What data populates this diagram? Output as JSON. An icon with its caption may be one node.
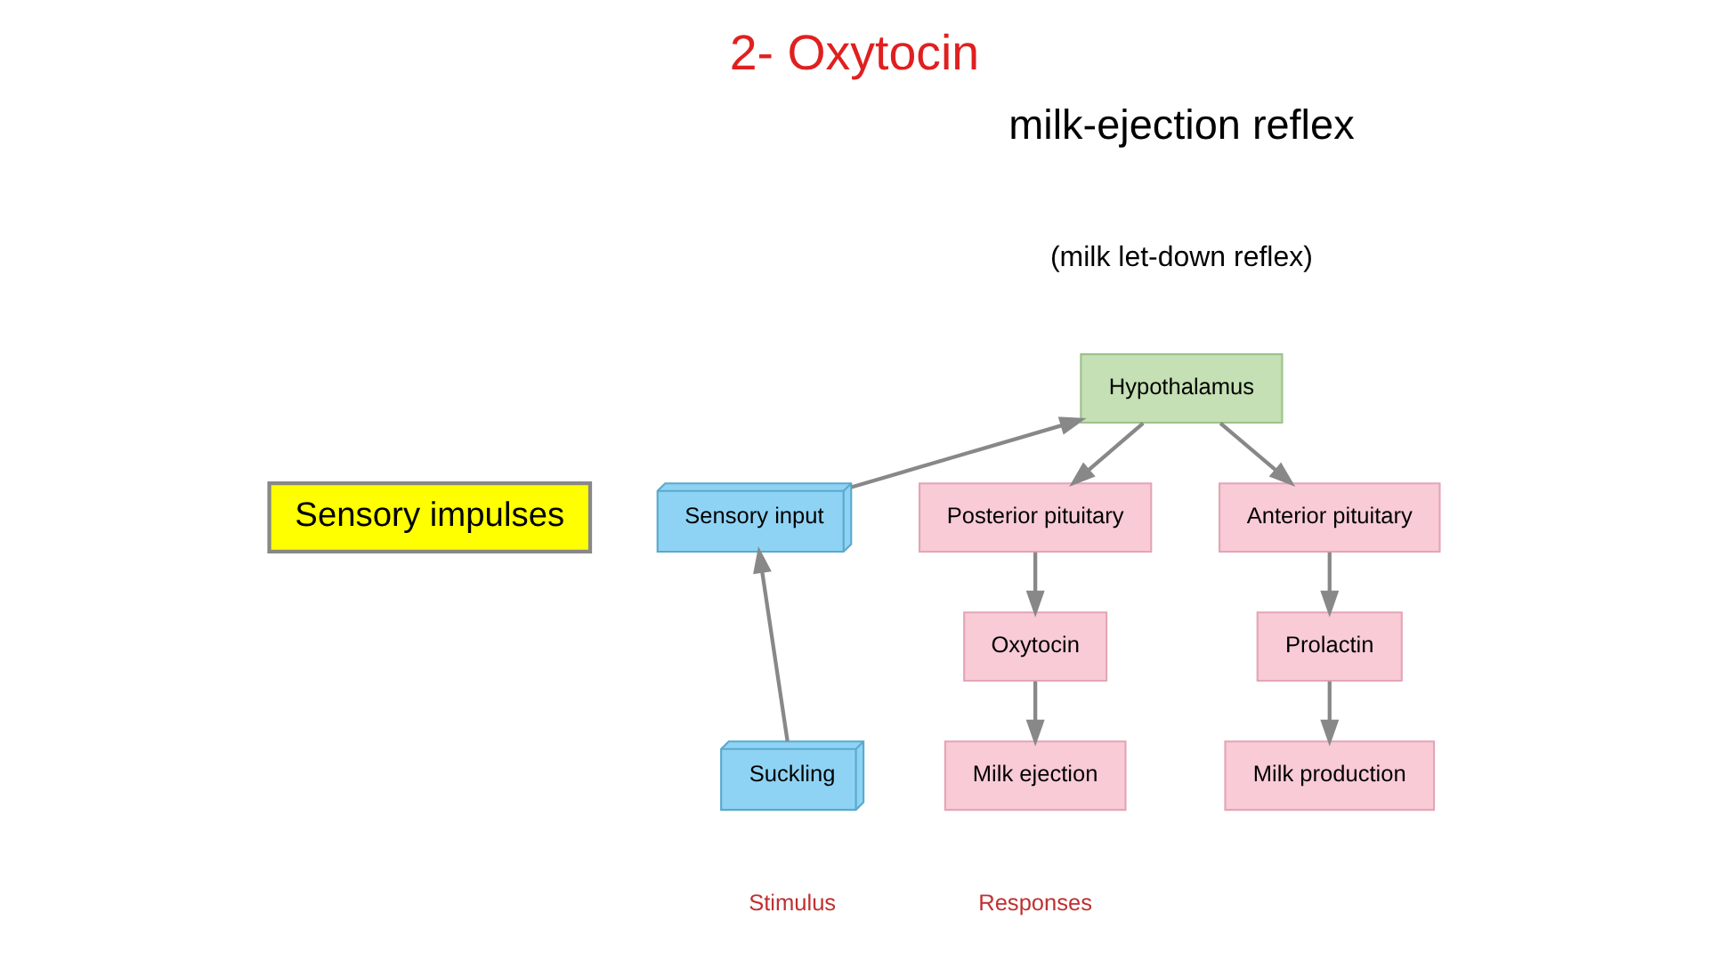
{
  "diagram": {
    "title": "2- Oxytocin",
    "nodes": [
      {
        "text": [
          "Sensory impulses"
        ]
      },
      {
        "text": [
          "Sensory input"
        ]
      },
      {
        "text": [
          "Suckling"
        ]
      },
      {
        "text": [
          "Hypothalamus"
        ]
      },
      {
        "text": [
          "Posterior pituitary"
        ]
      },
      {
        "text": [
          "Anterior pituitary"
        ]
      },
      {
        "text": [
          "Oxytocin"
        ]
      },
      {
        "text": [
          "Prolactin"
        ]
      },
      {
        "text": [
          "Milk ejection"
        ]
      },
      {
        "text": [
          "Milk production"
        ]
      }
    ],
    "edges": [
      {
        "from": 2,
        "to": 1,
        "arrow": "to"
      },
      {
        "from": 1,
        "to": 3,
        "arrow": "to"
      },
      {
        "from": 3,
        "to": 4,
        "arrow": "to"
      },
      {
        "from": 3,
        "to": 5,
        "arrow": "to"
      },
      {
        "from": 4,
        "to": 6,
        "arrow": "to"
      },
      {
        "from": 5,
        "to": 7,
        "arrow": "to"
      },
      {
        "from": 6,
        "to": 8,
        "arrow": "to"
      },
      {
        "from": 7,
        "to": 9,
        "arrow": "to"
      }
    ],
    "labels": [
      "milk-ejection reflex",
      "(milk let-down reflex)",
      "Stimulus",
      "Responses"
    ]
  }
}
